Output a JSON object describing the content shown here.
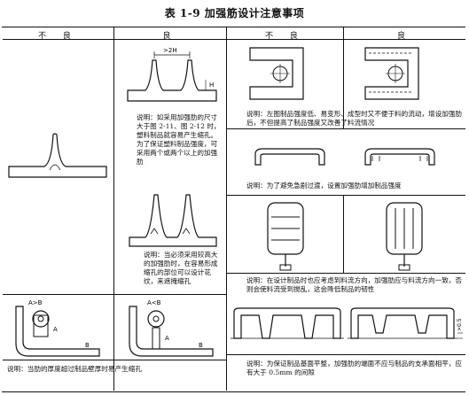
{
  "title": "表 1-9  加强筋设计注意事项",
  "headers": {
    "left_bad": "不    良",
    "left_good": "良",
    "right_bad": "不    良",
    "right_good": "良"
  },
  "notes": {
    "left_good_1": "说明：如采用加强肋的尺寸大于图 2-11、图 2-12 时，塑料制品就容易产生缩孔。为了保证塑料制品强度，可采用两个或两个以上的加强肋",
    "left_good_2": "说明：当必须采用较高大的加强肋时，在容易形成缩孔的部位可以设计花纹，来遮掩缩孔",
    "left_bottom": "说明：当肋的厚度超过制品壁厚时易产生缩孔",
    "right_1": "说明：左图制品强度低、易变形、成型时又不便于料的流动，增设加强肋后，不但提高了制品强度又改善了料流情况",
    "right_2": "说明：为了避免急剧过渡，设置加强肋增加制品强度",
    "right_3": "说明：在设计制品时也应考虑到料流方向，加强肋应与料流方向一致，否则会使料流受到搅乱，这会降低制品的韧性",
    "right_4": "说明：为保证制品基面平整，加强肋的端面不应与制品的支承面相平，应有大于 0.5mm 的间隙"
  },
  "labels": {
    "dim_2h": ">2H",
    "dim_h": "H",
    "cmp_bad": "A>B",
    "cmp_good": "A<B",
    "letter_a": "A",
    "letter_b": "B",
    "gap": ">0.5"
  }
}
